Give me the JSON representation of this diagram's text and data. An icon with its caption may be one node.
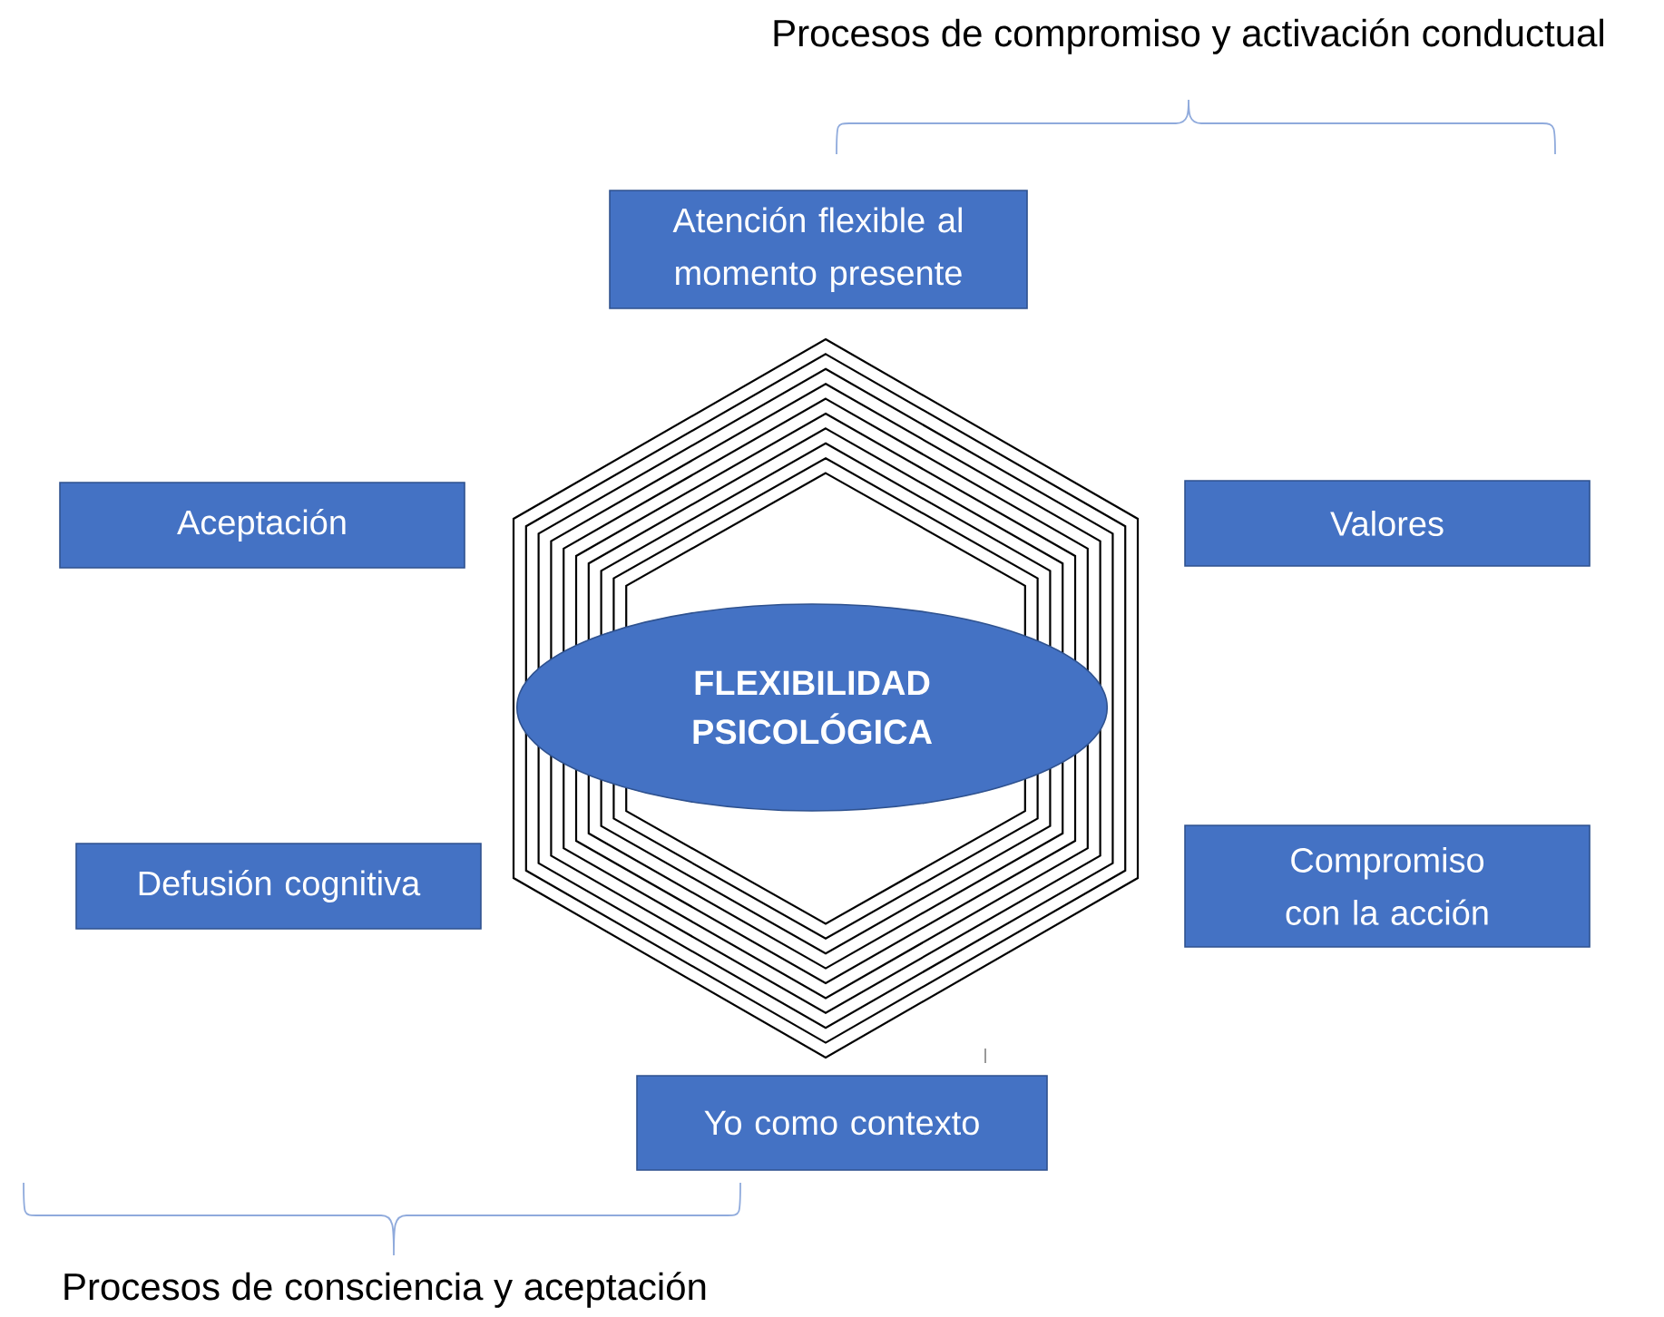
{
  "diagram": {
    "nodes": [
      {
        "text": [
          "Atención flexible al momento presente"
        ]
      },
      {
        "text": [
          "Aceptación"
        ]
      },
      {
        "text": [
          "Valores"
        ]
      },
      {
        "text": [
          "FLEXIBILIDAD PSICOLÓGICA"
        ]
      },
      {
        "text": [
          "Defusión cognitiva"
        ]
      },
      {
        "text": [
          "Compromiso con la acción"
        ]
      },
      {
        "text": [
          "Yo como contexto"
        ]
      }
    ],
    "labels": [
      "Procesos de compromiso y activación conductual",
      "Procesos de consciencia y aceptación"
    ]
  }
}
